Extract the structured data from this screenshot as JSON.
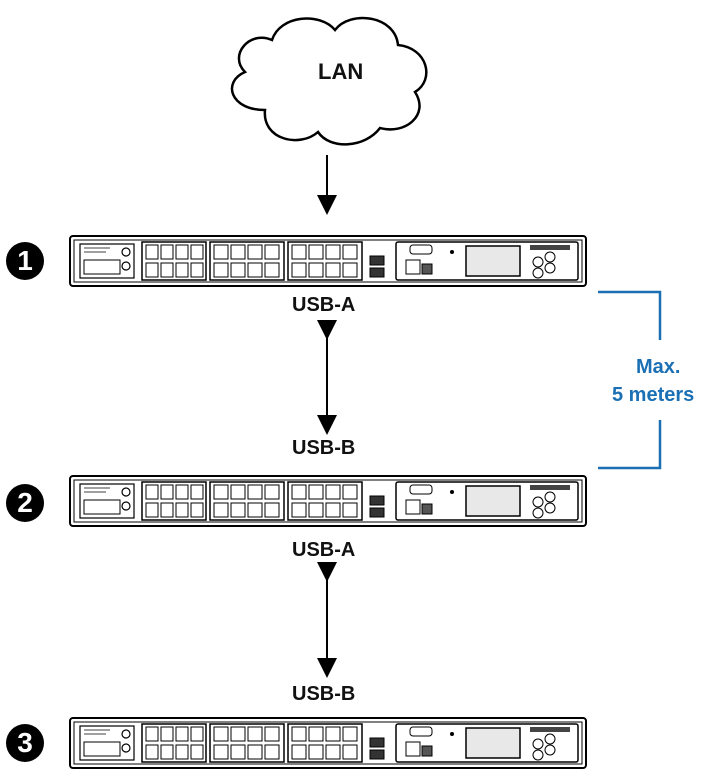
{
  "cloud": {
    "label": "LAN"
  },
  "devices": [
    {
      "number": "1",
      "top_port": "USB-A",
      "bottom_port": ""
    },
    {
      "number": "2",
      "top_port": "USB-B",
      "bottom_port": "USB-A"
    },
    {
      "number": "3",
      "top_port": "USB-B",
      "bottom_port": ""
    }
  ],
  "distance_note": {
    "line1": "Max.",
    "line2": "5 meters",
    "color": "#1a6fb5"
  }
}
